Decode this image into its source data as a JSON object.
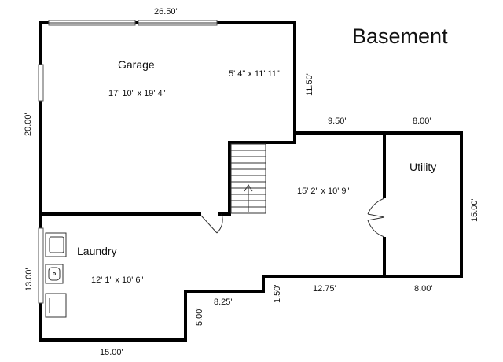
{
  "title": "Basement",
  "rooms": {
    "garage": {
      "name": "Garage",
      "size": "17' 10\" x 19' 4\""
    },
    "garage_alcove": {
      "size": "5' 4\" x 11' 11\""
    },
    "hall": {
      "size": "15' 2\" x 10' 9\""
    },
    "utility": {
      "name": "Utility"
    },
    "laundry": {
      "name": "Laundry",
      "size": "12' 1\" x 10' 6\""
    }
  },
  "dimensions": {
    "top": "26.50'",
    "left_upper": "20.00'",
    "garage_right": "11.50'",
    "hall_top": "9.50'",
    "utility_top": "8.00'",
    "utility_right": "15.00'",
    "utility_bottom": "8.00'",
    "hall_bottom": "12.75'",
    "step_small": "1.50'",
    "laundry_step": "8.25'",
    "laundry_drop": "5.00'",
    "left_lower": "13.00'",
    "bottom": "15.00'"
  }
}
